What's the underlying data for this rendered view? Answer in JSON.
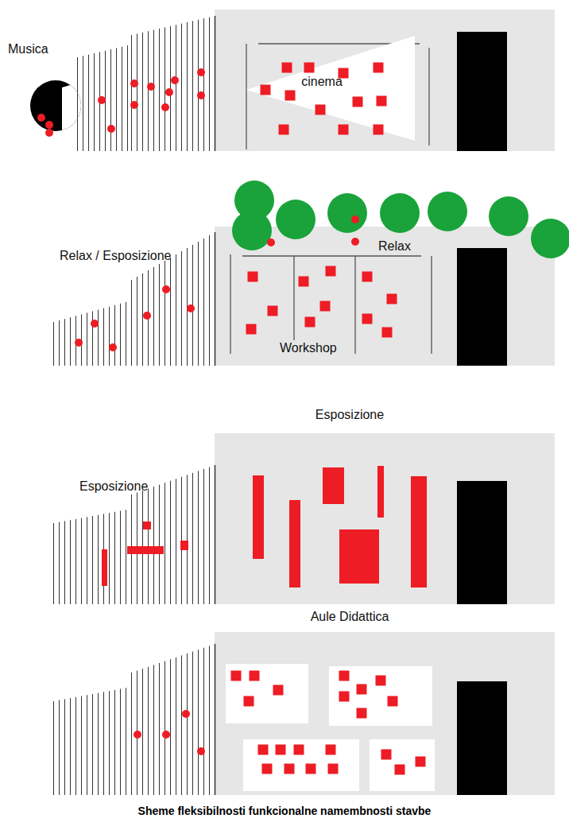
{
  "diagram": {
    "caption": "Sheme fleksibilnosti funkcionalne namembnosti stavbe",
    "nodes": [
      {
        "text": [
          "Musica"
        ]
      },
      {
        "text": [
          "cinema"
        ]
      }
    ],
    "labels": [
      "Relax / Esposizione",
      "Relax",
      "Workshop",
      "Esposizione",
      "Esposizione",
      "Aule Didattica"
    ]
  }
}
